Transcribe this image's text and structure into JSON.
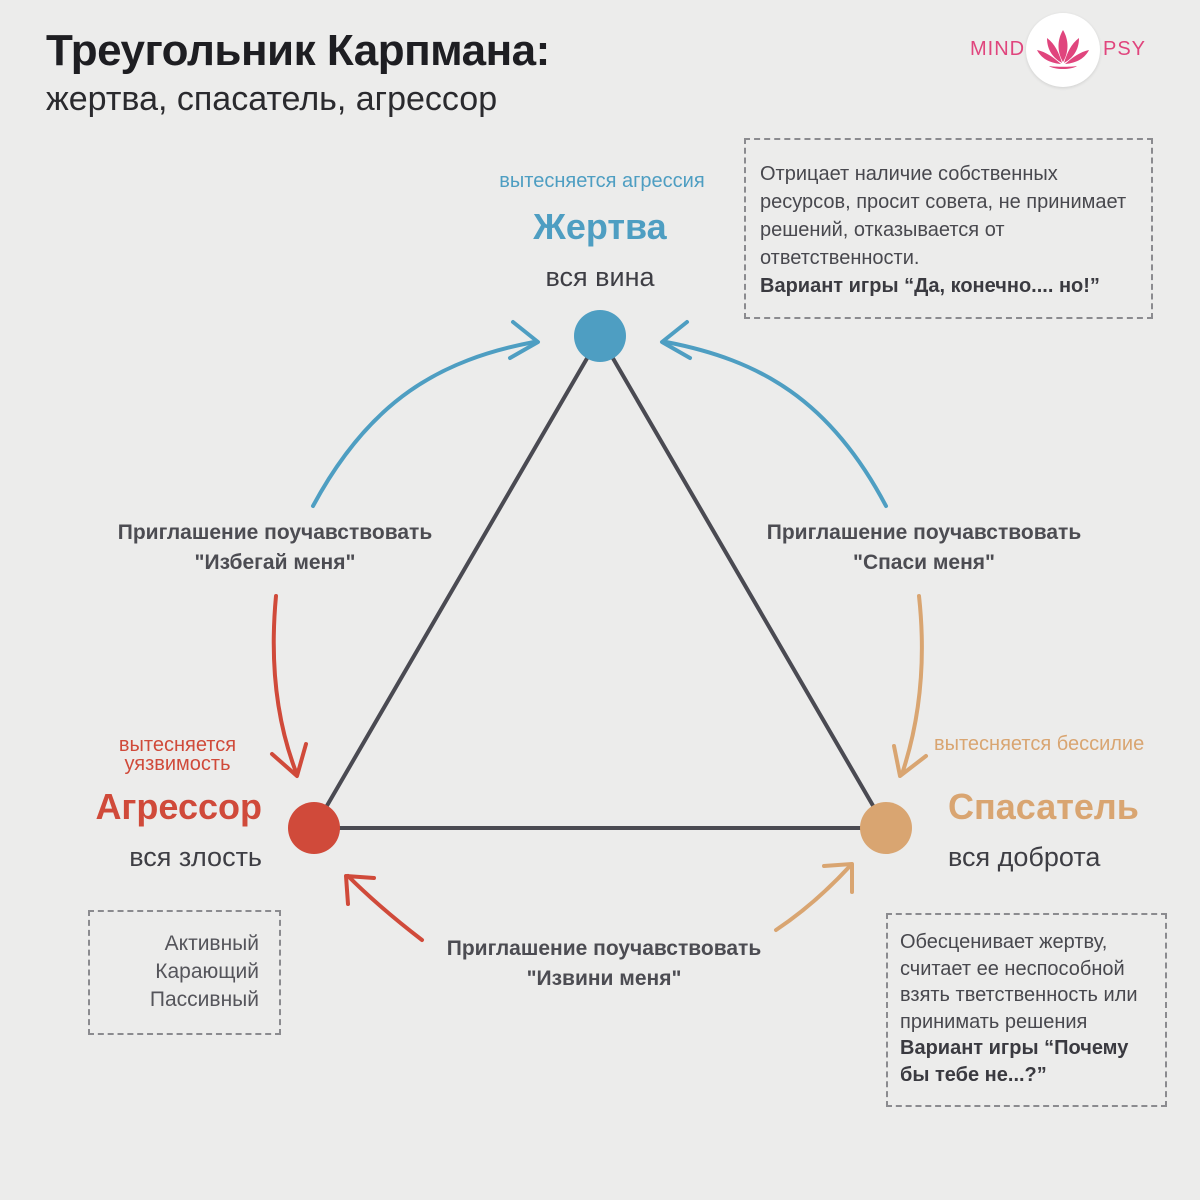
{
  "header": {
    "title": "Треугольник Карпмана:",
    "subtitle": "жертва, спасатель, агрессор"
  },
  "logo": {
    "left_text": "MIND",
    "right_text": "PSY"
  },
  "roles": {
    "victim": {
      "suppressed": "вытесняется агрессия",
      "name": "Жертва",
      "sub": "вся вина",
      "color": "#4e9ec2"
    },
    "aggressor": {
      "suppressed_line1": "вытесняется",
      "suppressed_line2": "уязвимость",
      "name": "Агрессор",
      "sub": "вся злость",
      "color": "#d04a3a"
    },
    "rescuer": {
      "suppressed": "вытесняется бессилие",
      "name": "Спасатель",
      "sub": "вся доброта",
      "color": "#d9a571"
    }
  },
  "invitations": {
    "left": {
      "line1": "Приглашение поучавствовать",
      "line2": "\"Избегай меня\""
    },
    "right": {
      "line1": "Приглашение поучавствовать",
      "line2": "\"Спаси меня\""
    },
    "bottom": {
      "line1": "Приглашение поучавствовать",
      "line2": "\"Извини меня\""
    }
  },
  "boxes": {
    "victim_desc": {
      "text": "Отрицает наличие собственных ресурсов, просит совета, не принимает решений, отказывается от ответственности.",
      "bold": "Вариант игры “Да, конечно.... но!”"
    },
    "rescuer_desc": {
      "text": "Обесценивает жертву, считает ее неспособной взять тветственность или принимать решения",
      "bold": "Вариант игры “Почему бы тебе не...?”"
    },
    "aggressor_types": [
      "Активный",
      "Карающий",
      "Пассивный"
    ]
  },
  "colors": {
    "background": "#ececeb",
    "triangle": "#4a4a52",
    "blue": "#4e9ec2",
    "red": "#d04a3a",
    "tan": "#d9a571",
    "logo_pink": "#e0457d"
  }
}
